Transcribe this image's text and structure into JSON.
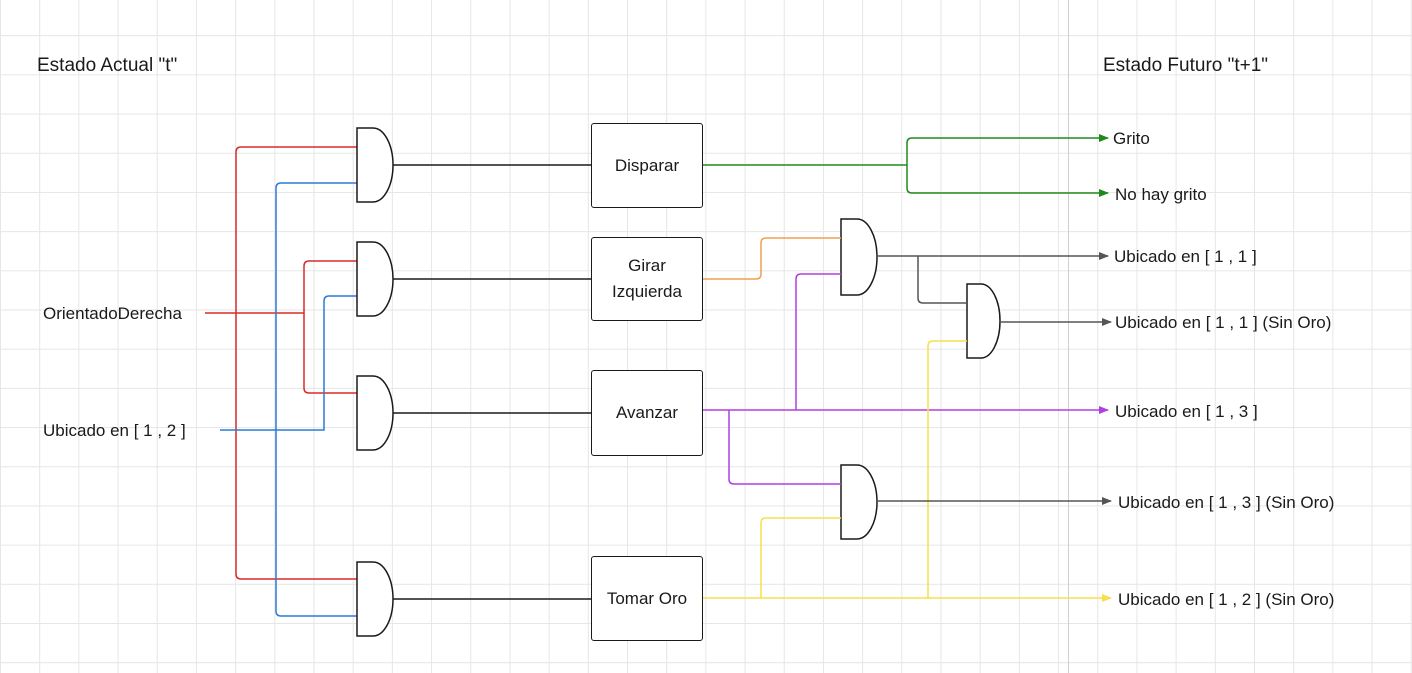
{
  "headers": {
    "current_state": "Estado Actual \"t\"",
    "future_state": "Estado Futuro \"t+1\""
  },
  "inputs": {
    "oriented_right": "OrientadoDerecha",
    "located_1_2": "Ubicado en [ 1 , 2 ]"
  },
  "actions": {
    "shoot": "Disparar",
    "turn_left": "Girar\nIzquierda",
    "advance": "Avanzar",
    "take_gold": "Tomar Oro"
  },
  "outputs": {
    "scream": "Grito",
    "no_scream": "No hay grito",
    "loc_1_1": "Ubicado en [ 1 , 1 ]",
    "loc_1_1_no_gold": "Ubicado en [ 1 , 1 ] (Sin Oro)",
    "loc_1_3": "Ubicado en [ 1 , 3 ]",
    "loc_1_3_no_gold": "Ubicado en [ 1 , 3 ] (Sin Oro)",
    "loc_1_2_no_gold": "Ubicado en [ 1 , 2 ] (Sin Oro)"
  },
  "colors": {
    "red": "#d92b2b",
    "blue": "#2e7bd6",
    "black": "#1a1a1a",
    "green": "#1e8a1e",
    "orange": "#f0a050",
    "purple": "#b23ee0",
    "gray": "#555555",
    "yellow": "#f5e04a"
  }
}
